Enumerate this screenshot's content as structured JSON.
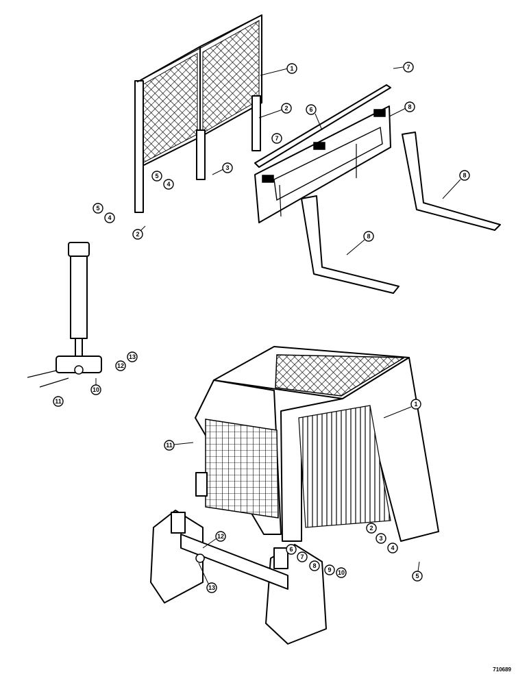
{
  "drawing_id": "710689",
  "callouts": {
    "screen_top": [
      "1",
      "2",
      "3",
      "4",
      "5",
      "4",
      "5",
      "2"
    ],
    "carriage": [
      "7",
      "6",
      "7",
      "8",
      "8",
      "8"
    ],
    "cylinder": [
      "10",
      "11",
      "12",
      "13"
    ],
    "cab": [
      "1",
      "11",
      "12",
      "13",
      "2",
      "3",
      "4",
      "5",
      "6",
      "7",
      "8",
      "9",
      "10"
    ]
  }
}
